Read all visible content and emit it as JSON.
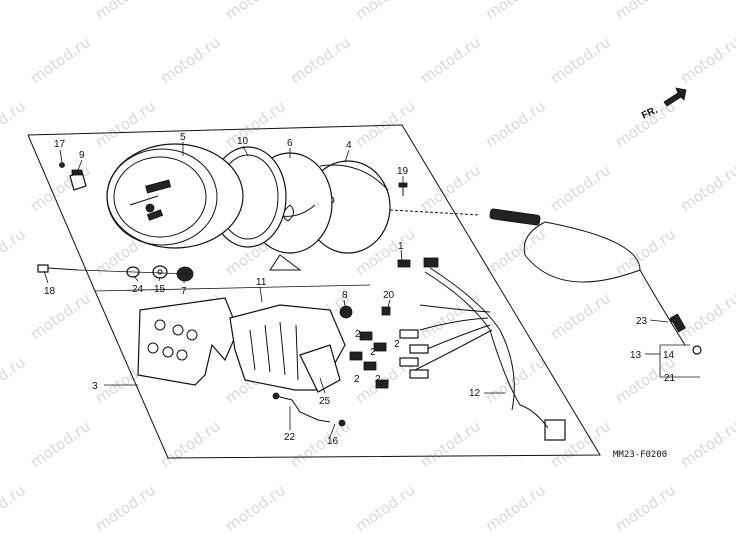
{
  "watermark": "motod.ru",
  "front_indicator": "FR.",
  "diagram_code": "MM23-F0200",
  "callouts": [
    "1",
    "2",
    "3",
    "4",
    "5",
    "6",
    "7",
    "8",
    "9",
    "10",
    "11",
    "12",
    "13",
    "14",
    "15",
    "16",
    "17",
    "18",
    "19",
    "20",
    "21",
    "22",
    "23",
    "24",
    "25"
  ]
}
